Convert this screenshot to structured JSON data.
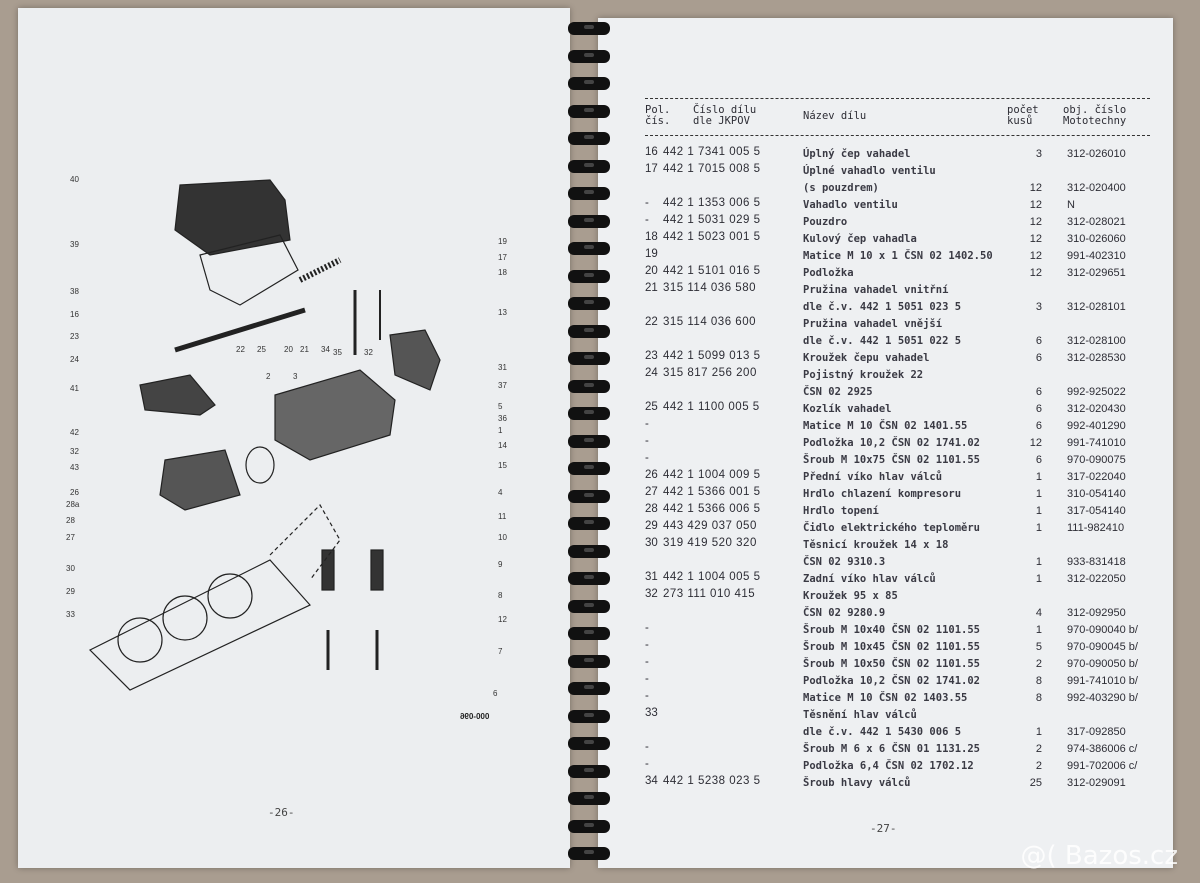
{
  "left_page": {
    "page_number": "-26-",
    "figure_code": "000-096",
    "callouts": [
      "40",
      "39",
      "38",
      "16",
      "23",
      "24",
      "41",
      "42",
      "32",
      "43",
      "26",
      "28a",
      "28",
      "27",
      "30",
      "29",
      "33",
      "22",
      "25",
      "20",
      "21",
      "34",
      "35",
      "32",
      "2",
      "3",
      "19",
      "17",
      "18",
      "13",
      "31",
      "37",
      "5",
      "36",
      "1",
      "14",
      "15",
      "4",
      "11",
      "10",
      "9",
      "8",
      "12",
      "7",
      "6"
    ]
  },
  "right_page": {
    "page_number": "-27-",
    "headers": {
      "pos": "Pol.\nčís.",
      "part": "Číslo dílu\ndle JKPOV",
      "name": "Název dílu",
      "qty": "počet\nkusů",
      "order": "obj. číslo\nMototechny"
    },
    "rows": [
      {
        "pos": "16",
        "part": "442 1 7341 005 5",
        "name": "Úplný čep vahadel",
        "qty": "3",
        "order": "312-026010"
      },
      {
        "pos": "17",
        "part": "442 1 7015 008 5",
        "name": "Úplné vahadlo ventilu\n(s pouzdrem)",
        "qty": "12",
        "order": "312-020400"
      },
      {
        "pos": "-",
        "part": "442 1 1353 006 5",
        "name": "Vahadlo ventilu",
        "qty": "12",
        "order": "N"
      },
      {
        "pos": "-",
        "part": "442 1 5031 029 5",
        "name": "Pouzdro",
        "qty": "12",
        "order": "312-028021"
      },
      {
        "pos": "18",
        "part": "442 1 5023 001 5",
        "name": "Kulový čep vahadla",
        "qty": "12",
        "order": "310-026060"
      },
      {
        "pos": "19",
        "part": "",
        "name": "Matice M 10 x 1 ČSN 02 1402.50",
        "qty": "12",
        "order": "991-402310"
      },
      {
        "pos": "20",
        "part": "442 1 5101 016 5",
        "name": "Podložka",
        "qty": "12",
        "order": "312-029651"
      },
      {
        "pos": "21",
        "part": "315 114 036 580",
        "name": "Pružina vahadel vnitřní\ndle č.v. 442 1 5051 023 5",
        "qty": "3",
        "order": "312-028101"
      },
      {
        "pos": "22",
        "part": "315 114 036 600",
        "name": "Pružina vahadel vnější\ndle č.v. 442 1 5051 022 5",
        "qty": "6",
        "order": "312-028100"
      },
      {
        "pos": "23",
        "part": "442 1 5099 013 5",
        "name": "Kroužek čepu vahadel",
        "qty": "6",
        "order": "312-028530"
      },
      {
        "pos": "24",
        "part": "315 817 256 200",
        "name": "Pojistný kroužek 22\nČSN 02 2925",
        "qty": "6",
        "order": "992-925022"
      },
      {
        "pos": "25",
        "part": "442 1 1100 005 5",
        "name": "Kozlík vahadel",
        "qty": "6",
        "order": "312-020430"
      },
      {
        "pos": "-",
        "part": "",
        "name": "Matice M 10 ČSN 02 1401.55",
        "qty": "6",
        "order": "992-401290"
      },
      {
        "pos": "-",
        "part": "",
        "name": "Podložka 10,2 ČSN 02 1741.02",
        "qty": "12",
        "order": "991-741010"
      },
      {
        "pos": "-",
        "part": "",
        "name": "Šroub M 10x75 ČSN 02 1101.55",
        "qty": "6",
        "order": "970-090075"
      },
      {
        "pos": "26",
        "part": "442 1 1004 009 5",
        "name": "Přední víko hlav válců",
        "qty": "1",
        "order": "317-022040"
      },
      {
        "pos": "27",
        "part": "442 1 5366 001 5",
        "name": "Hrdlo chlazení kompresoru",
        "qty": "1",
        "order": "310-054140"
      },
      {
        "pos": "28",
        "part": "442 1 5366 006 5",
        "name": "Hrdlo topení",
        "qty": "1",
        "order": "317-054140"
      },
      {
        "pos": "29",
        "part": "443 429 037 050",
        "name": "Čidlo elektrického teploměru",
        "qty": "1",
        "order": "111-982410"
      },
      {
        "pos": "30",
        "part": "319 419 520 320",
        "name": "Těsnicí kroužek 14 x 18\nČSN 02 9310.3",
        "qty": "1",
        "order": "933-831418"
      },
      {
        "pos": "31",
        "part": "442 1 1004 005 5",
        "name": "Zadní víko hlav válců",
        "qty": "1",
        "order": "312-022050"
      },
      {
        "pos": "32",
        "part": "273 111 010 415",
        "name": "Kroužek 95 x 85\nČSN 02 9280.9",
        "qty": "4",
        "order": "312-092950"
      },
      {
        "pos": "-",
        "part": "",
        "name": "Šroub M 10x40 ČSN 02 1101.55",
        "qty": "1",
        "order": "970-090040 b/"
      },
      {
        "pos": "-",
        "part": "",
        "name": "Šroub M 10x45 ČSN 02 1101.55",
        "qty": "5",
        "order": "970-090045 b/"
      },
      {
        "pos": "-",
        "part": "",
        "name": "Šroub M 10x50 ČSN 02 1101.55",
        "qty": "2",
        "order": "970-090050 b/"
      },
      {
        "pos": "-",
        "part": "",
        "name": "Podložka 10,2 ČSN 02 1741.02",
        "qty": "8",
        "order": "991-741010 b/"
      },
      {
        "pos": "-",
        "part": "",
        "name": "Matice M 10 ČSN 02 1403.55",
        "qty": "8",
        "order": "992-403290 b/"
      },
      {
        "pos": "33",
        "part": "",
        "name": "Těsnění hlav válců\ndle č.v. 442 1 5430 006 5",
        "qty": "1",
        "order": "317-092850"
      },
      {
        "pos": "-",
        "part": "",
        "name": "Šroub M 6 x 6 ČSN 01 1131.25",
        "qty": "2",
        "order": "974-386006 c/"
      },
      {
        "pos": "-",
        "part": "",
        "name": "Podložka 6,4 ČSN 02 1702.12",
        "qty": "2",
        "order": "991-702006 c/"
      },
      {
        "pos": "34",
        "part": "442 1 5238 023 5",
        "name": "Šroub hlavy válců",
        "qty": "25",
        "order": "312-029091"
      }
    ]
  },
  "watermark": "@( Bazos.cz"
}
